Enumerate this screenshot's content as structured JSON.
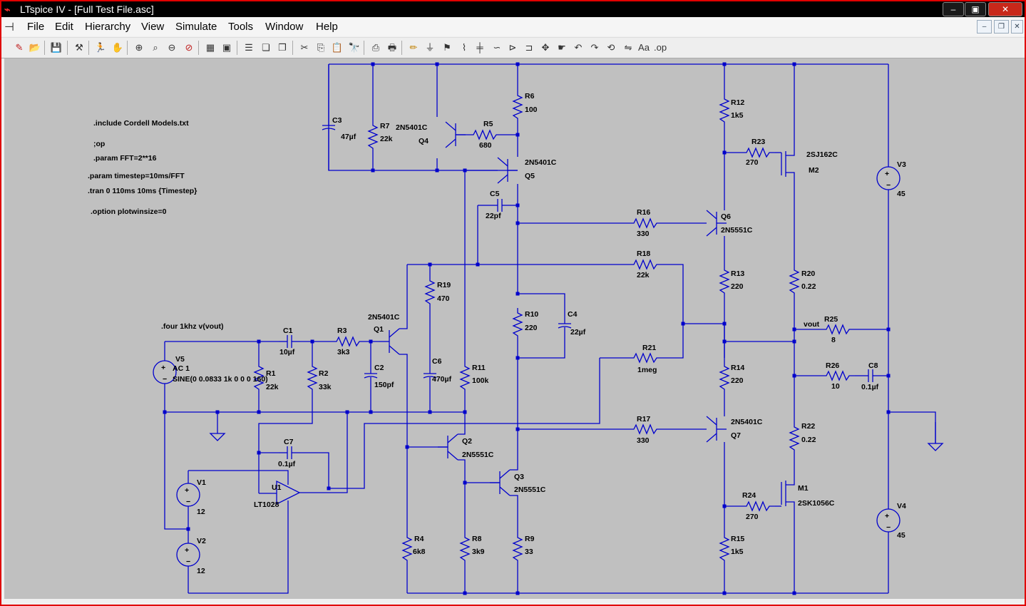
{
  "titlebar": {
    "title": "LTspice IV - [Full Test File.asc]",
    "minimize": "–",
    "maximize": "▣",
    "close": "✕"
  },
  "menu": [
    "File",
    "Edit",
    "Hierarchy",
    "View",
    "Simulate",
    "Tools",
    "Window",
    "Help"
  ],
  "toolbar_icons": [
    "new-schematic-icon",
    "open-icon",
    "save-icon",
    "control-panel-icon",
    "run-icon",
    "halt-icon",
    "zoom-in-icon",
    "pan-icon",
    "zoom-out-icon",
    "zoom-cancel-icon",
    "autorange-icon",
    "zoom-fit-icon",
    "tile-horizontal-icon",
    "cascade-icon",
    "tile-vertical-icon",
    "cut-icon",
    "copy-icon",
    "paste-icon",
    "find-icon",
    "print-icon",
    "print-setup-icon",
    "wire-icon",
    "ground-icon",
    "label-net-icon",
    "resistor-icon",
    "capacitor-icon",
    "inductor-icon",
    "diode-icon",
    "component-icon",
    "move-icon",
    "drag-icon",
    "undo-icon",
    "redo-icon",
    "rotate-icon",
    "mirror-icon",
    "text-icon",
    "spice-directive-icon"
  ],
  "directives": [
    ".include Cordell Models.txt",
    ";op",
    ".param FFT=2**16",
    ".param timestep=10ms/FFT",
    ".tran 0 110ms 10ms {Timestep}",
    ".option plotwinsize=0",
    ".four 1khz v(vout)"
  ],
  "components": {
    "C3": [
      "C3",
      "47µf"
    ],
    "R7": [
      "R7",
      "22k"
    ],
    "Q4": [
      "2N5401C",
      "Q4"
    ],
    "R5": [
      "R5",
      "680"
    ],
    "R6": [
      "R6",
      "100"
    ],
    "Q5": [
      "2N5401C",
      "Q5"
    ],
    "C5": [
      "C5",
      "22pf"
    ],
    "R16": [
      "R16",
      "330"
    ],
    "Q6": [
      "Q6",
      "2N5551C"
    ],
    "R12": [
      "R12",
      "1k5"
    ],
    "R23": [
      "R23",
      "270"
    ],
    "M2": [
      "2SJ162C",
      "M2"
    ],
    "V3": [
      "V3",
      "45"
    ],
    "R18": [
      "R18",
      "22k"
    ],
    "R19": [
      "R19",
      "470"
    ],
    "R13": [
      "R13",
      "220"
    ],
    "R20": [
      "R20",
      "0.22"
    ],
    "R10": [
      "R10",
      "220"
    ],
    "C4": [
      "C4",
      "22µf"
    ],
    "Q1": [
      "2N5401C",
      "Q1"
    ],
    "R25": [
      "R25",
      "8"
    ],
    "V5": [
      "V5",
      "AC 1",
      "SINE(0 0.0833 1k 0 0 0 160)"
    ],
    "C1": [
      "C1",
      "10µf"
    ],
    "R3": [
      "R3",
      "3k3"
    ],
    "R1": [
      "R1",
      "22k"
    ],
    "R2": [
      "R2",
      "33k"
    ],
    "C2": [
      "C2",
      "150pf"
    ],
    "C6": [
      "C6",
      "470µf"
    ],
    "R11": [
      "R11",
      "100k"
    ],
    "R21": [
      "R21",
      "1meg"
    ],
    "R14": [
      "R14",
      "220"
    ],
    "R26": [
      "R26",
      "10"
    ],
    "C8": [
      "C8",
      "0.1µf"
    ],
    "R17": [
      "R17",
      "330"
    ],
    "Q7": [
      "2N5401C",
      "Q7"
    ],
    "R22": [
      "R22",
      "0.22"
    ],
    "Q2": [
      "Q2",
      "2N5551C"
    ],
    "C7": [
      "C7",
      "0.1µf"
    ],
    "U1": [
      "U1",
      "LT1028"
    ],
    "Q3": [
      "Q3",
      "2N5551C"
    ],
    "M1": [
      "M1",
      "2SK1056C"
    ],
    "R24": [
      "R24",
      "270"
    ],
    "V1": [
      "V1",
      "12"
    ],
    "V2": [
      "V2",
      "12"
    ],
    "V4": [
      "V4",
      "45"
    ],
    "R4": [
      "R4",
      "6k8"
    ],
    "R8": [
      "R8",
      "3k9"
    ],
    "R9": [
      "R9",
      "33"
    ],
    "R15": [
      "R15",
      "1k5"
    ]
  },
  "net_labels": {
    "vout": "vout"
  }
}
